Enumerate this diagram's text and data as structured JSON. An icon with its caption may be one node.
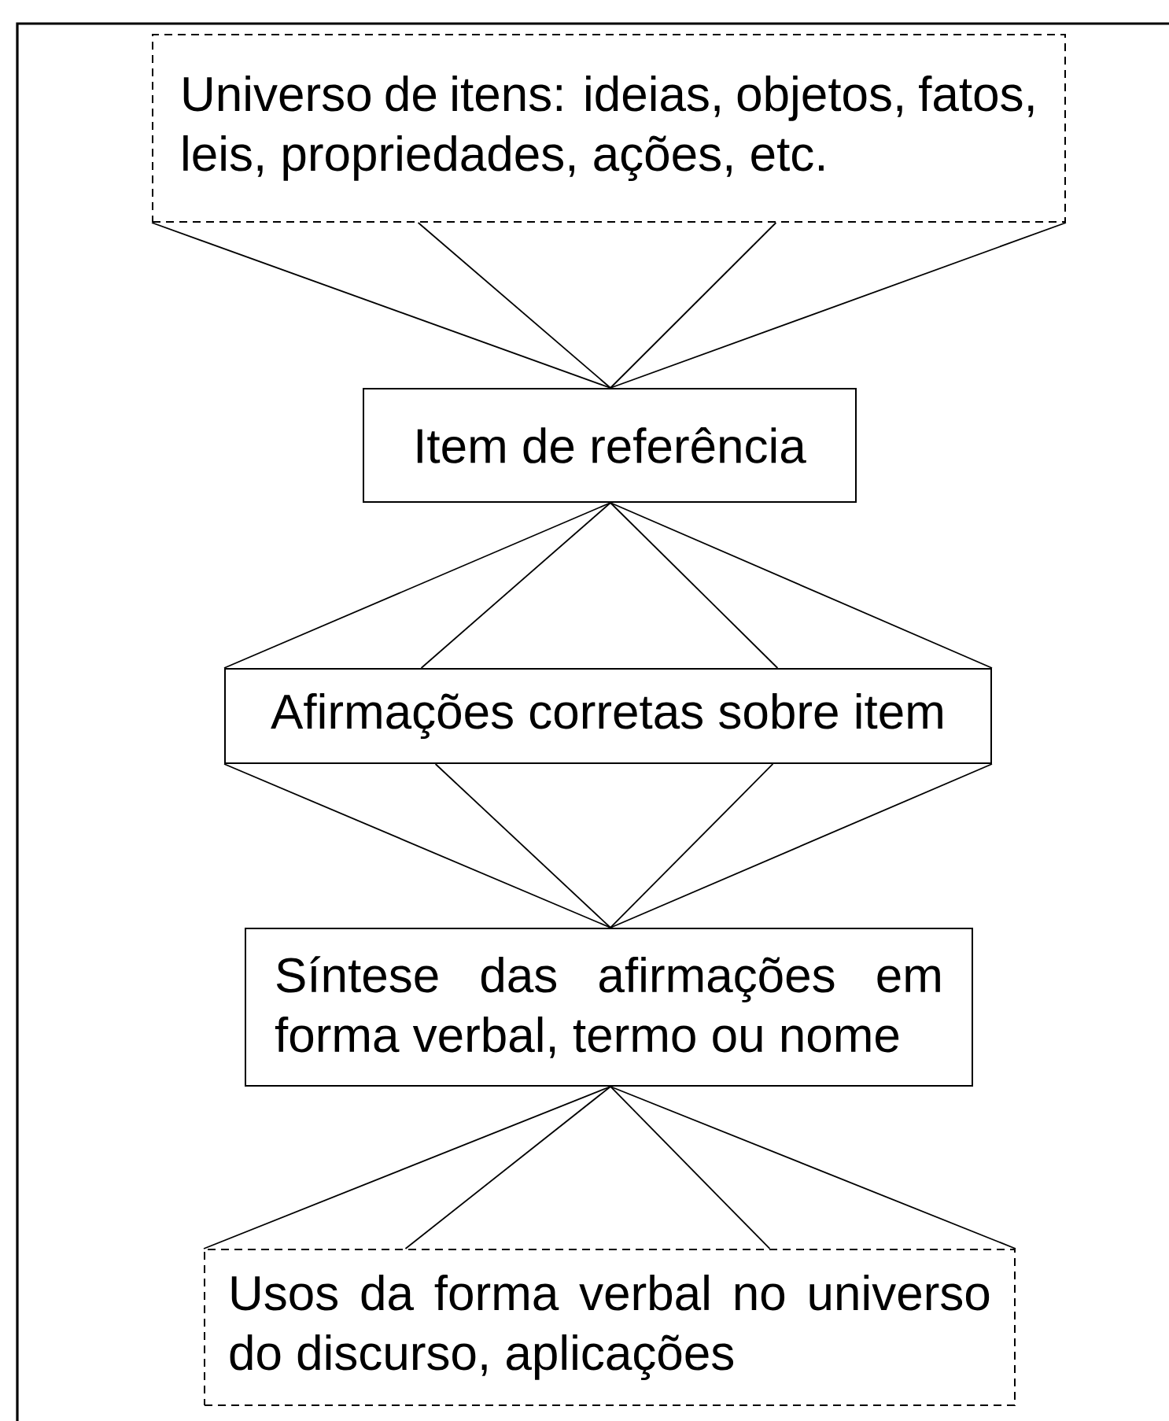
{
  "diagram": {
    "nodes": [
      {
        "text": [
          "Universo de itens: ideias, objetos, fatos, leis, propriedades, ações, etc."
        ]
      },
      {
        "text": [
          "Item de referência"
        ]
      },
      {
        "text": [
          "Afirmações corretas sobre item"
        ]
      },
      {
        "text": [
          "Síntese das afirmações em forma verbal, termo ou nome"
        ]
      },
      {
        "text": [
          "Usos da forma verbal no universo do discurso, aplicações"
        ]
      }
    ],
    "edges": [
      {
        "from": 0,
        "to": 1,
        "arrow": "none"
      },
      {
        "from": 0,
        "to": 1,
        "arrow": "none"
      },
      {
        "from": 0,
        "to": 1,
        "arrow": "none"
      },
      {
        "from": 0,
        "to": 1,
        "arrow": "none"
      },
      {
        "from": 1,
        "to": 2,
        "arrow": "none"
      },
      {
        "from": 1,
        "to": 2,
        "arrow": "none"
      },
      {
        "from": 1,
        "to": 2,
        "arrow": "none"
      },
      {
        "from": 1,
        "to": 2,
        "arrow": "none"
      },
      {
        "from": 2,
        "to": 3,
        "arrow": "none"
      },
      {
        "from": 2,
        "to": 3,
        "arrow": "none"
      },
      {
        "from": 2,
        "to": 3,
        "arrow": "none"
      },
      {
        "from": 2,
        "to": 3,
        "arrow": "none"
      },
      {
        "from": 3,
        "to": 4,
        "arrow": "none"
      },
      {
        "from": 3,
        "to": 4,
        "arrow": "none"
      },
      {
        "from": 3,
        "to": 4,
        "arrow": "none"
      },
      {
        "from": 3,
        "to": 4,
        "arrow": "none"
      }
    ]
  }
}
